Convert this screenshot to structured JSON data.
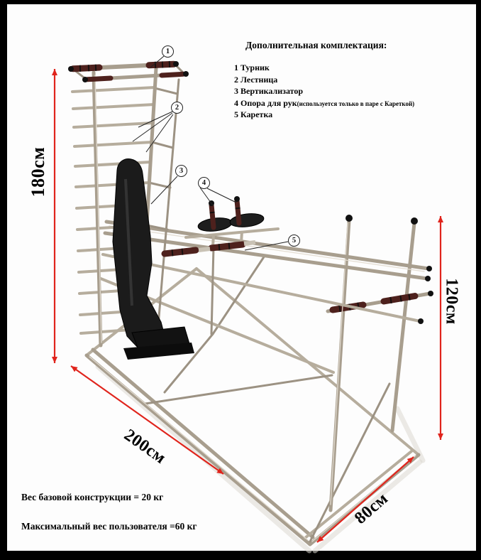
{
  "complect": {
    "title": "Дополнительная комплектация:",
    "items": [
      {
        "text": "1 Турник",
        "note": ""
      },
      {
        "text": "2 Лестница",
        "note": ""
      },
      {
        "text": "3 Вертикализатор",
        "note": ""
      },
      {
        "text": "4 Опора для рук",
        "note": "(используется только в паре с Кареткой)"
      },
      {
        "text": "5 Каретка",
        "note": ""
      }
    ]
  },
  "dimensions": {
    "height_left": "180см",
    "height_right": "120см",
    "length": "200см",
    "width": "80см"
  },
  "callouts": [
    {
      "num": "1"
    },
    {
      "num": "2"
    },
    {
      "num": "3"
    },
    {
      "num": "4"
    },
    {
      "num": "5"
    }
  ],
  "notes": {
    "base_weight": "Вес базовой конструкции = 20 кг",
    "max_user_weight": "Максимальный вес пользователя =60 кг"
  },
  "colors": {
    "dimension_arrow": "#e0241c",
    "frame_metal": "#a89e8e",
    "grip": "#4e211d",
    "board": "#1b1b1b",
    "page_background": "#fdfdfd",
    "border": "#000000"
  }
}
